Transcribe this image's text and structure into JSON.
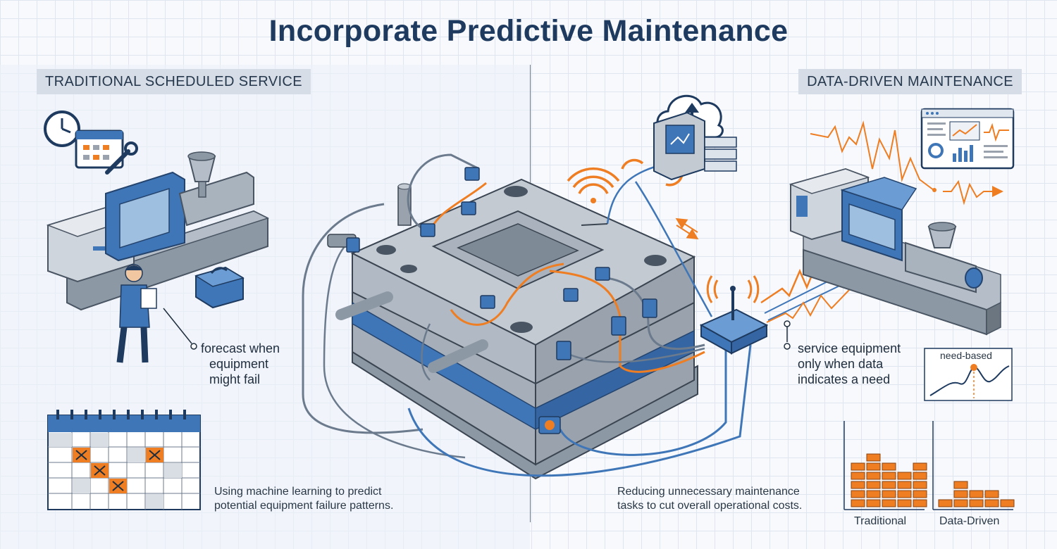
{
  "title": "Incorporate Predictive Maintenance",
  "left": {
    "tag": "TRADITIONAL SCHEDULED SERVICE",
    "callout": [
      "forecast when",
      "equipment",
      "might fail"
    ],
    "caption": [
      "Using machine learning to predict",
      "potential equipment failure patterns."
    ]
  },
  "right": {
    "tag": "DATA-DRIVEN MAINTENANCE",
    "callout": [
      "service equipment",
      "only when data",
      "indicates a need"
    ],
    "mini_chart_label": "need-based",
    "caption": [
      "Reducing unnecessary maintenance",
      "tasks to cut overall operational costs."
    ]
  },
  "comparison": {
    "labels": [
      "Traditional",
      "Data-Driven"
    ],
    "traditional_stacks": [
      5,
      6,
      5,
      4,
      5
    ],
    "data_driven_stacks": [
      1,
      3,
      2,
      2,
      1
    ]
  },
  "colors": {
    "blue": "#3f76b8",
    "orange": "#ef7d22",
    "steel": "#9aa3ad",
    "navy": "#1e3a5f"
  },
  "icons": [
    "clock-icon",
    "calendar-icon",
    "wrench-icon",
    "toolbox-icon",
    "cloud-upload-icon",
    "server-icon",
    "wifi-signal-icon",
    "dashboard-monitor-icon",
    "sensor-icon",
    "gateway-router-icon"
  ]
}
